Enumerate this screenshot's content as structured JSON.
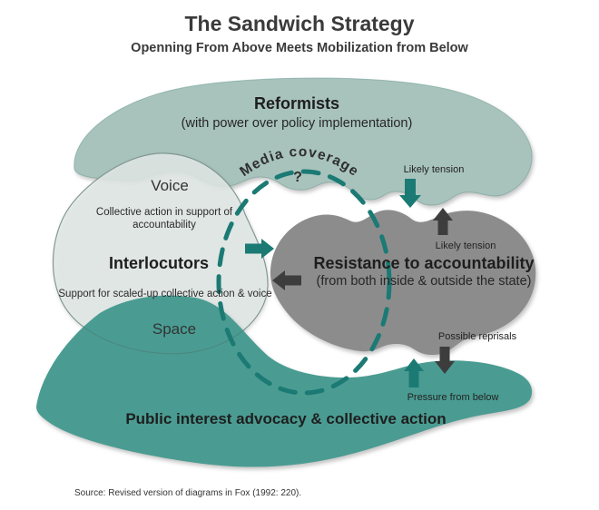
{
  "header": {
    "title": "The Sandwich Strategy",
    "subtitle": "Openning From Above Meets Mobilization from Below"
  },
  "reformists": {
    "name": "Reformists",
    "note": "(with power over policy implementation)"
  },
  "interlocutors": {
    "voice": "Voice",
    "note_top_line1": "Collective action in support of",
    "note_top_line2": "accountability",
    "name": "Interlocutors",
    "note_bottom": "Support for scaled-up collective action & voice",
    "space": "Space"
  },
  "resistance": {
    "name": "Resistance to accountability",
    "note": "(from both inside & outside the state)"
  },
  "public_action": {
    "name": "Public interest advocacy & collective action"
  },
  "annotations": {
    "media_coverage": "Media coverage",
    "question_mark": "?",
    "likely_tension_top": "Likely tension",
    "likely_tension_right": "Likely tension",
    "possible_reprisals": "Possible reprisals",
    "pressure_from_below": "Pressure from below"
  },
  "footer": {
    "source": "Source: Revised version of diagrams in Fox (1992: 220)."
  },
  "colors": {
    "reformists_fill": "#a8c3bc",
    "interlocutors_fill": "#e2e9e6",
    "resistance_fill": "#8d8c8c",
    "public_fill": "#4a9c92",
    "cycle_teal": "#1b7a74",
    "arrow_dark": "#3e3d3d"
  }
}
